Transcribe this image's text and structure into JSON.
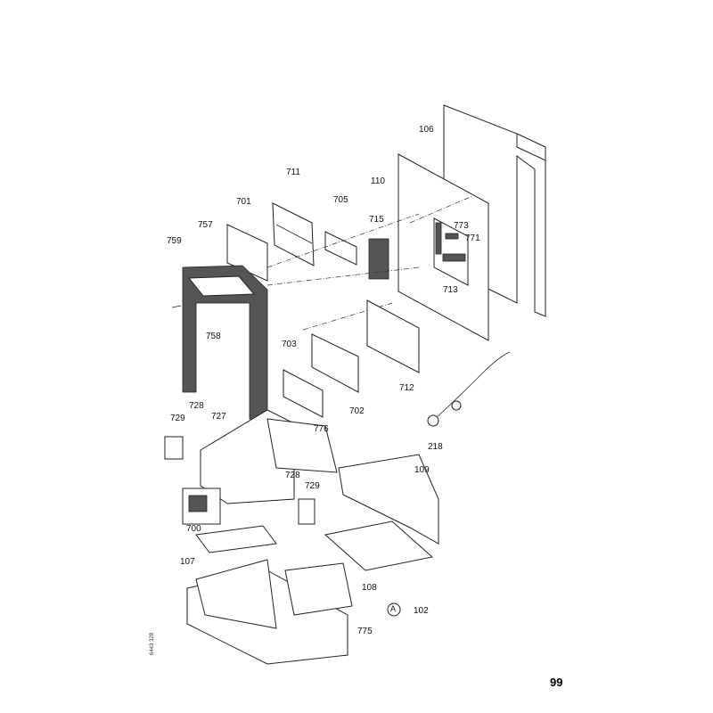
{
  "diagram": {
    "callouts": [
      {
        "id": "106",
        "text": "106"
      },
      {
        "id": "110",
        "text": "110"
      },
      {
        "id": "711",
        "text": "711"
      },
      {
        "id": "705",
        "text": "705"
      },
      {
        "id": "701",
        "text": "701"
      },
      {
        "id": "715",
        "text": "715"
      },
      {
        "id": "773",
        "text": "773"
      },
      {
        "id": "771",
        "text": "771"
      },
      {
        "id": "757",
        "text": "757"
      },
      {
        "id": "759",
        "text": "759"
      },
      {
        "id": "713",
        "text": "713"
      },
      {
        "id": "758",
        "text": "758"
      },
      {
        "id": "703",
        "text": "703"
      },
      {
        "id": "712",
        "text": "712"
      },
      {
        "id": "702",
        "text": "702"
      },
      {
        "id": "218",
        "text": "218"
      },
      {
        "id": "729a",
        "text": "729"
      },
      {
        "id": "728a",
        "text": "728"
      },
      {
        "id": "727",
        "text": "727"
      },
      {
        "id": "776",
        "text": "776"
      },
      {
        "id": "109",
        "text": "109"
      },
      {
        "id": "728b",
        "text": "728"
      },
      {
        "id": "729b",
        "text": "729"
      },
      {
        "id": "700",
        "text": "700"
      },
      {
        "id": "107",
        "text": "107"
      },
      {
        "id": "108",
        "text": "108"
      },
      {
        "id": "775",
        "text": "775"
      },
      {
        "id": "102",
        "text": "102"
      },
      {
        "id": "A",
        "text": "A"
      }
    ],
    "drawing_code": "6443 328",
    "page_number": "99"
  }
}
